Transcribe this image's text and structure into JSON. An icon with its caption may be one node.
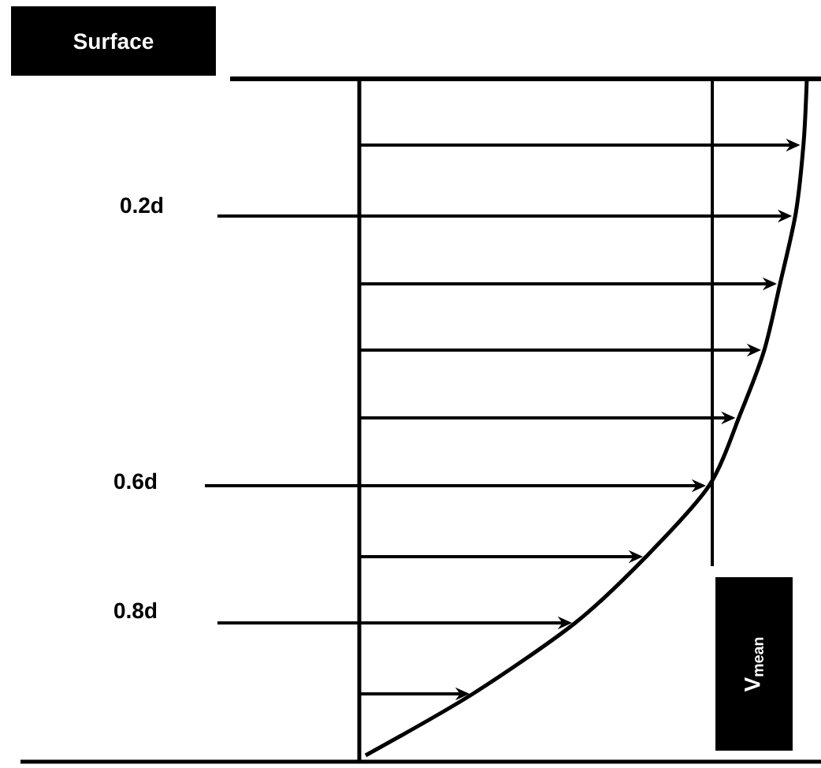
{
  "diagram": {
    "nodes": [
      {
        "text": [
          "Surface"
        ]
      },
      {
        "text": [
          "V$_{mean}$"
        ]
      }
    ],
    "labels": [
      "0.2d",
      "0.6d",
      "0.8d"
    ]
  }
}
